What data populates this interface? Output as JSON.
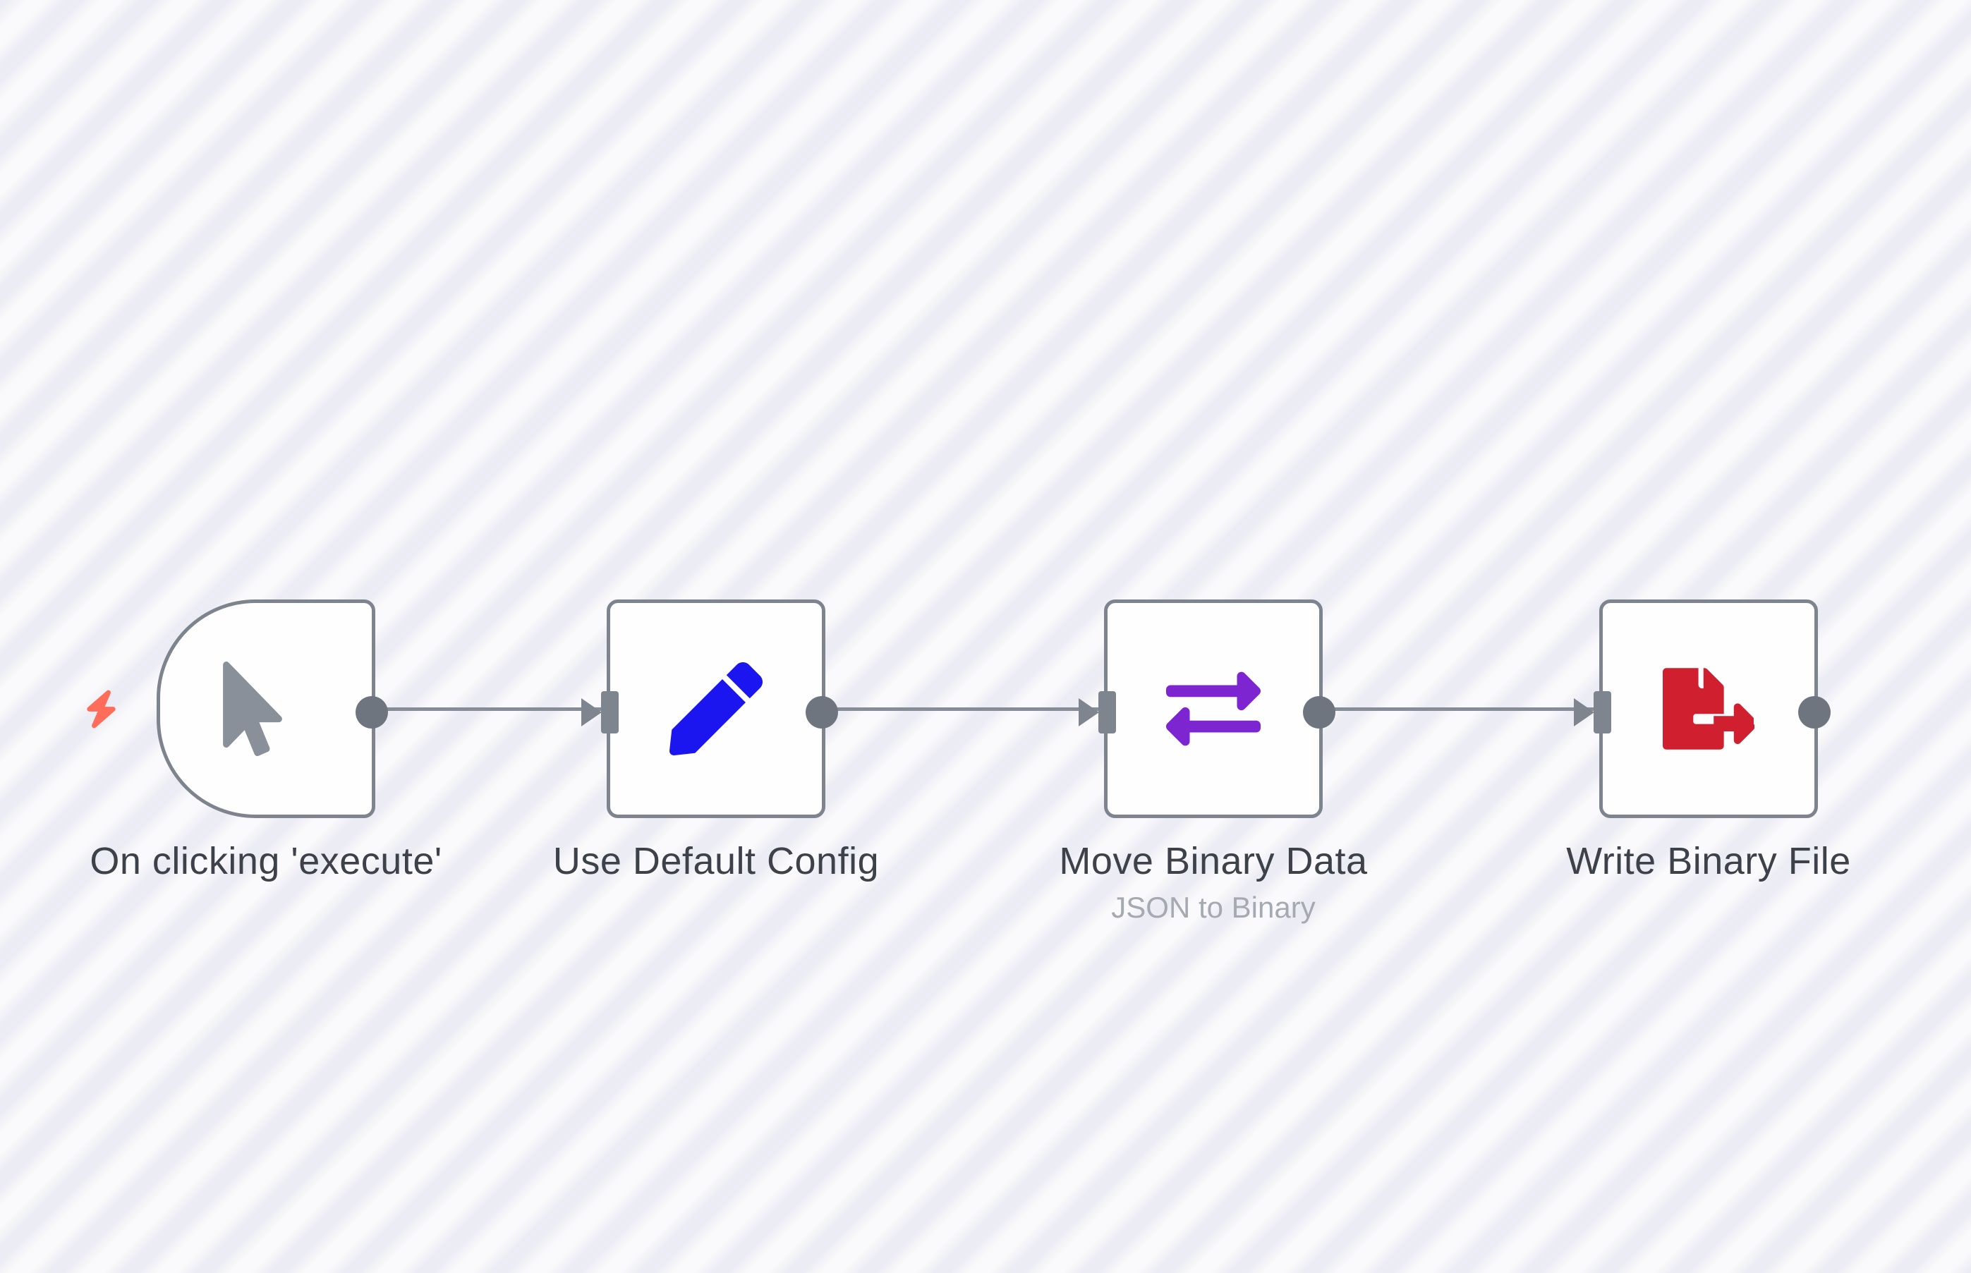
{
  "workflow": {
    "nodes": [
      {
        "label": "On clicking 'execute'",
        "subtitle": "",
        "type": "trigger",
        "icon": "mouse-pointer-icon",
        "icon_color": "#8a9099"
      },
      {
        "label": "Use Default Config",
        "subtitle": "",
        "type": "default",
        "icon": "pen-icon",
        "icon_color": "#1b16ef"
      },
      {
        "label": "Move Binary Data",
        "subtitle": "JSON to Binary",
        "type": "default",
        "icon": "exchange-arrows-icon",
        "icon_color": "#7d25d0"
      },
      {
        "label": "Write Binary File",
        "subtitle": "",
        "type": "default",
        "icon": "file-export-icon",
        "icon_color": "#d0202f"
      }
    ],
    "connections": [
      {
        "from": "On clicking 'execute'",
        "to": "Use Default Config"
      },
      {
        "from": "Use Default Config",
        "to": "Move Binary Data"
      },
      {
        "from": "Move Binary Data",
        "to": "Write Binary File"
      }
    ]
  },
  "colors": {
    "node_border": "#7d848e",
    "node_background": "#fefefe",
    "connection_line": "#878d96",
    "output_dot": "#6f757f",
    "input_connector": "#7f858f",
    "title_text": "#3d424a",
    "subtitle_text": "#a5a9b1",
    "trigger_badge": "#ff6d5a",
    "background_stripe_light": "#fafafc",
    "background_stripe_dark": "#ececf4"
  }
}
